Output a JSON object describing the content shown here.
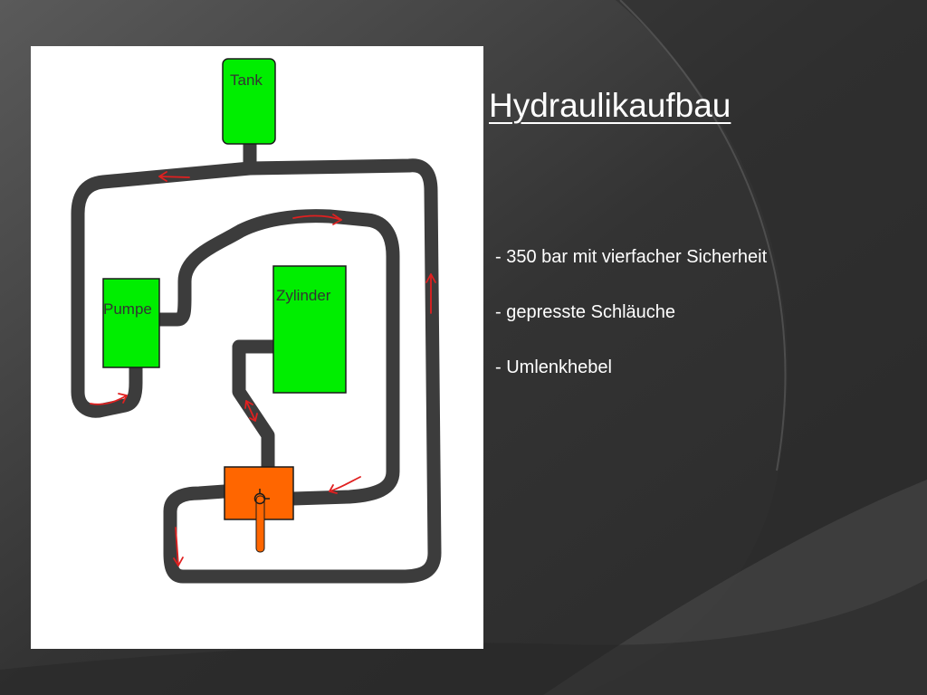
{
  "slide": {
    "title": "Hydraulikaufbau",
    "bullets": [
      "- 350 bar mit vierfacher Sicherheit",
      "- gepresste Schläuche",
      "- Umlenkhebel"
    ]
  },
  "diagram": {
    "components": {
      "tank": "Tank",
      "pump": "Pumpe",
      "cylinder": "Zylinder"
    }
  },
  "colors": {
    "component_green": "#00ee00",
    "valve_orange": "#ff6600",
    "hose_gray": "#3c3c3c",
    "flow_arrow_red": "#e02020",
    "background_dark": "#3a3a3a"
  }
}
